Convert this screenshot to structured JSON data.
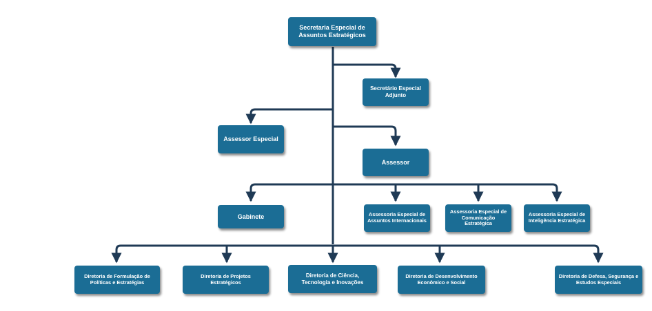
{
  "org_chart": {
    "root": "Secretaria Especial de Assuntos Estratégicos",
    "secretario_adjunto": "Secretário Especial Adjunto",
    "assessor_especial": "Assessor Especial",
    "assessor": "Assessor",
    "gabinete": "Gabinete",
    "assessorias": [
      "Assessoria Especial de Assuntos Internacionais",
      "Assessoria Especial de Comunicação Estratégica",
      "Assessoria Especial de Inteligência Estratégica"
    ],
    "diretorias": [
      "Diretoria de Formulação de Políticas e Estratégias",
      "Diretoria de Projetos Estratégicos",
      "Diretoria de Ciência, Tecnologia e Inovações",
      "Diretoria de Desenvolvimento Econômico e Social",
      "Diretoria de Defesa, Segurança e Estudos Especiais"
    ]
  }
}
